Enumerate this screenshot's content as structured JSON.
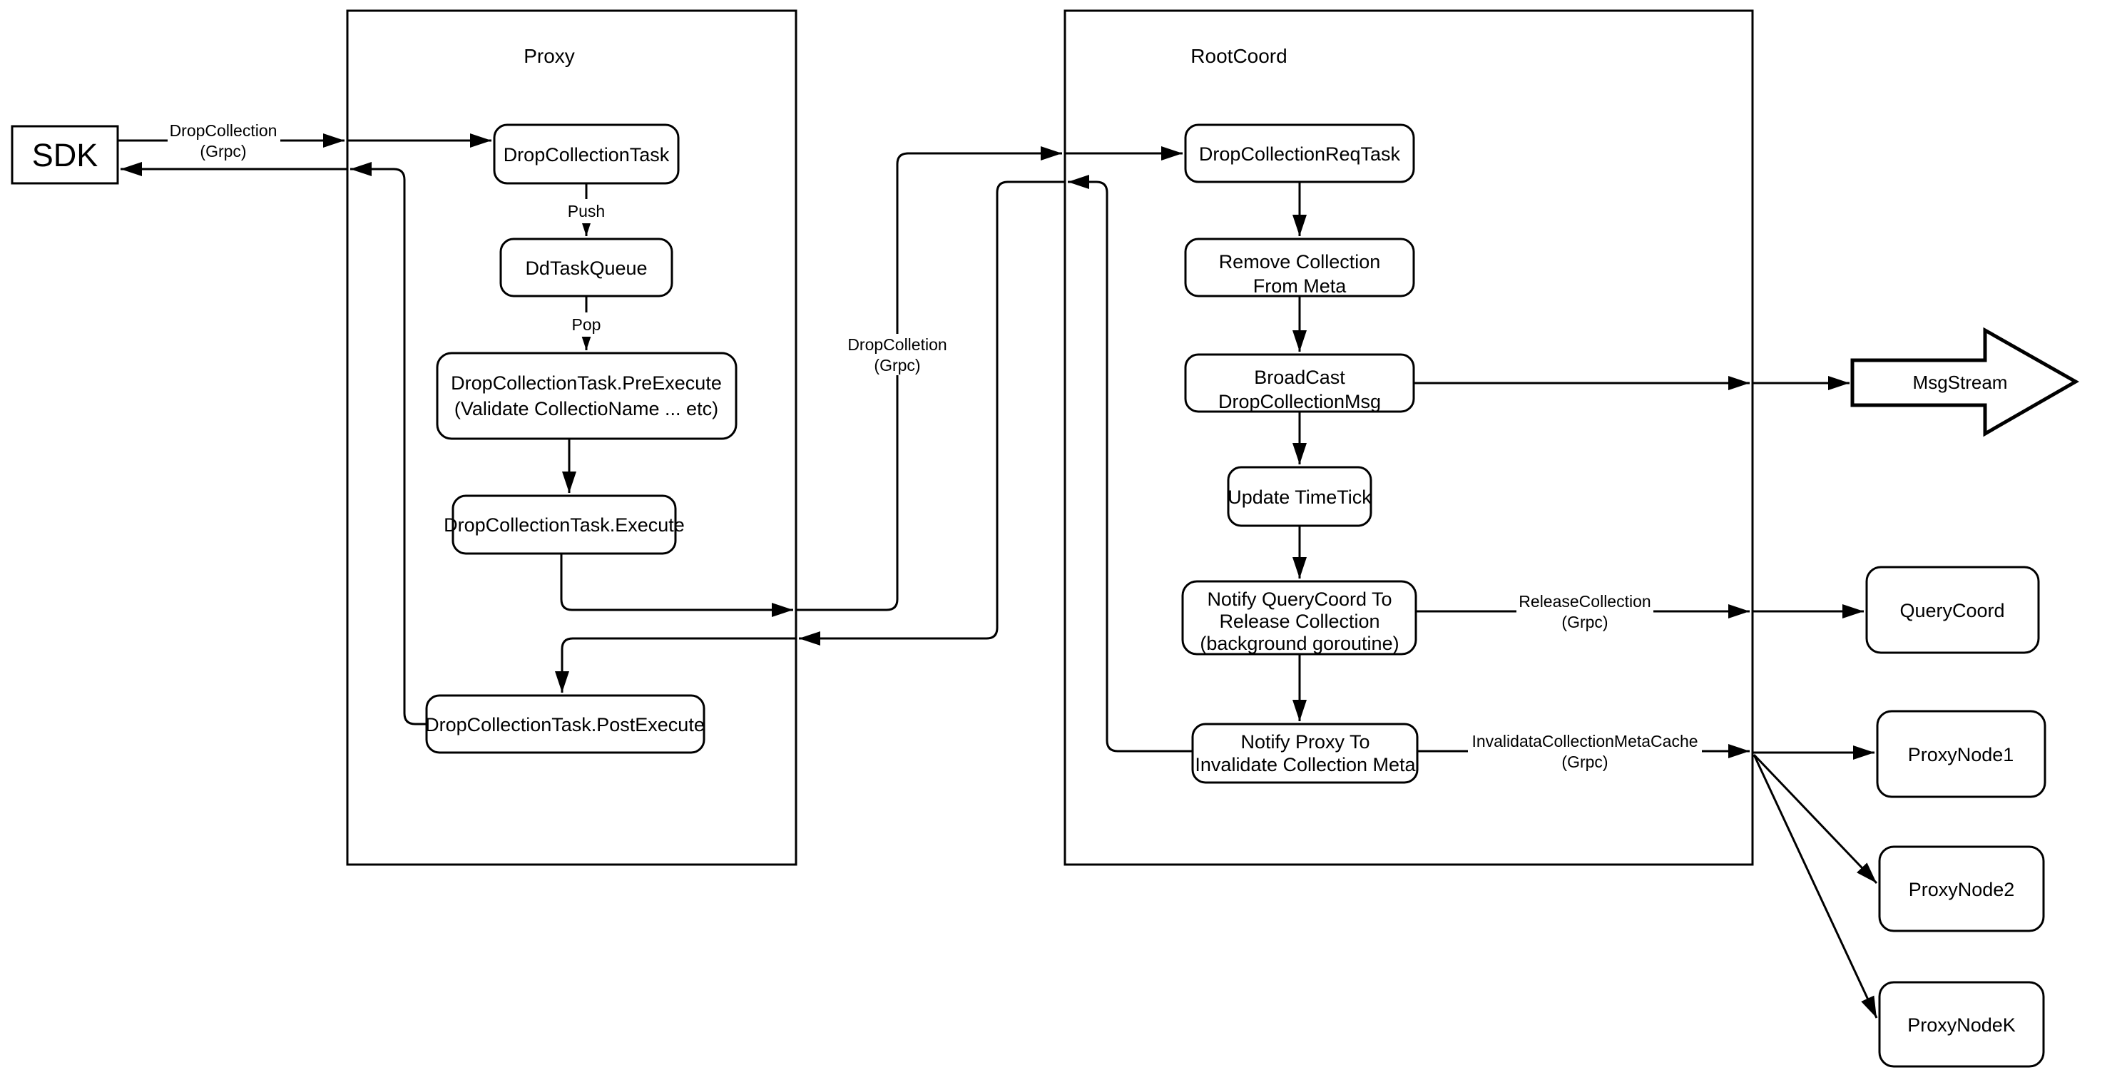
{
  "diagram": {
    "colors": {
      "stroke": "#000000",
      "node_fill": "#ffffff",
      "background": "#ffffff",
      "text": "#000000"
    },
    "containers": {
      "proxy": {
        "title": "Proxy"
      },
      "rootcoord": {
        "title": "RootCoord"
      }
    },
    "nodes": {
      "sdk": {
        "label": "SDK"
      },
      "drop_collection_task": {
        "label": "DropCollectionTask"
      },
      "dd_task_queue": {
        "label": "DdTaskQueue"
      },
      "pre_execute": {
        "line1": "DropCollectionTask.PreExecute",
        "line2": "(Validate CollectioName ... etc)"
      },
      "execute": {
        "label": "DropCollectionTask.Execute"
      },
      "post_execute": {
        "label": "DropCollectionTask.PostExecute"
      },
      "drop_collection_req_task": {
        "label": "DropCollectionReqTask"
      },
      "remove_collection_from_meta": {
        "line1": "Remove Collection",
        "line2": "From Meta"
      },
      "broadcast_drop_collection_msg": {
        "line1": "BroadCast",
        "line2": "DropCollectionMsg"
      },
      "update_timetick": {
        "label": "Update TimeTick"
      },
      "notify_querycoord": {
        "line1": "Notify QueryCoord To",
        "line2": "Release Collection",
        "line3": "(background goroutine)"
      },
      "notify_proxy": {
        "line1": "Notify Proxy To",
        "line2": "Invalidate Collection Meta"
      },
      "msgstream": {
        "label": "MsgStream"
      },
      "querycoord": {
        "label": "QueryCoord"
      },
      "proxynode1": {
        "label": "ProxyNode1"
      },
      "proxynode2": {
        "label": "ProxyNode2"
      },
      "proxynodek": {
        "label": "ProxyNodeK"
      }
    },
    "edge_labels": {
      "sdk_to_proxy": {
        "line1": "DropCollection",
        "line2": "(Grpc)"
      },
      "push": {
        "label": "Push"
      },
      "pop": {
        "label": "Pop"
      },
      "proxy_to_rootcoord": {
        "line1": "DropColletion",
        "line2": "(Grpc)"
      },
      "release_collection": {
        "line1": "ReleaseCollection",
        "line2": "(Grpc)"
      },
      "invalidate_meta_cache": {
        "line1": "InvalidataCollectionMetaCache",
        "line2": "(Grpc)"
      }
    }
  }
}
